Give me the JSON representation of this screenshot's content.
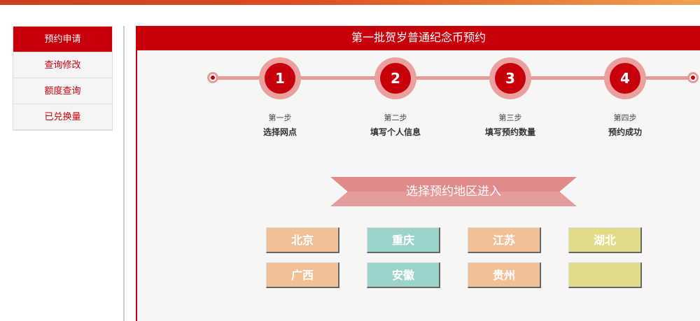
{
  "sidebar": {
    "items": [
      {
        "label": "预约申请",
        "active": true
      },
      {
        "label": "查询修改"
      },
      {
        "label": "额度查询"
      },
      {
        "label": "已兑换量"
      }
    ]
  },
  "header": {
    "title": "第一批贺岁普通纪念币预约"
  },
  "steps": [
    {
      "number": "1",
      "label": "第一步",
      "title": "选择网点"
    },
    {
      "number": "2",
      "label": "第二步",
      "title": "填写个人信息"
    },
    {
      "number": "3",
      "label": "第三步",
      "title": "填写预约数量"
    },
    {
      "number": "4",
      "label": "第四步",
      "title": "预约成功"
    }
  ],
  "region": {
    "prompt": "选择预约地区进入",
    "buttons": [
      {
        "label": "北京",
        "color": "#f0c098"
      },
      {
        "label": "重庆",
        "color": "#9cd3cc"
      },
      {
        "label": "江苏",
        "color": "#f0c098"
      },
      {
        "label": "湖北",
        "color": "#e0dc88"
      },
      {
        "label": "广西",
        "color": "#f0c098"
      },
      {
        "label": "安徽",
        "color": "#9cd3cc"
      },
      {
        "label": "贵州",
        "color": "#f0c098"
      },
      {
        "label": "",
        "color": "#e0dc88"
      }
    ]
  },
  "colors": {
    "brand_red": "#c8000b"
  }
}
